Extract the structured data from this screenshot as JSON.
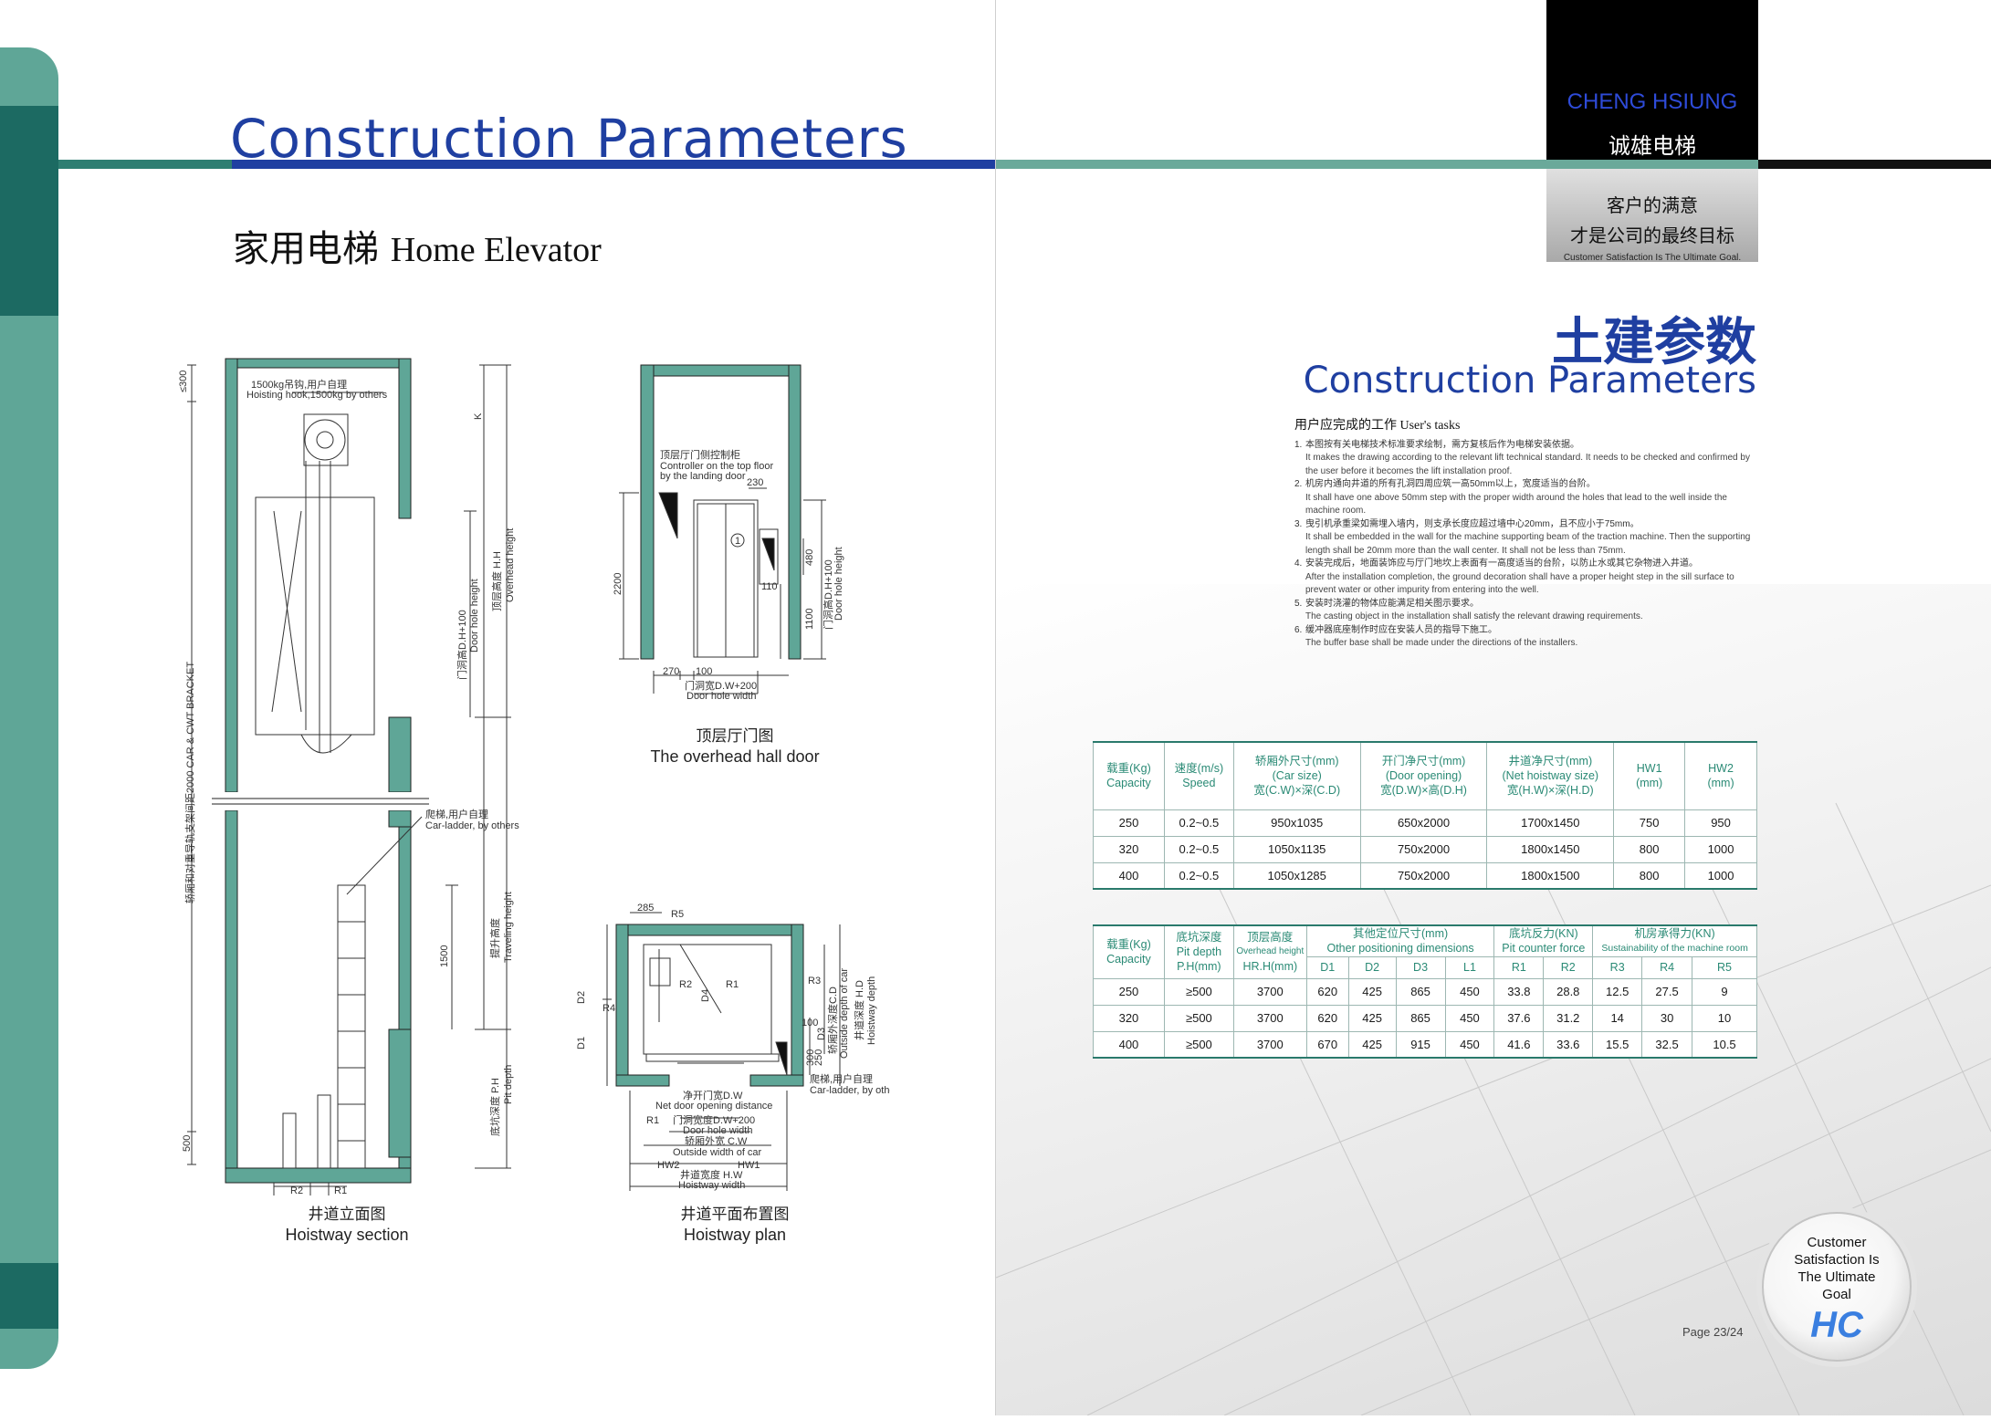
{
  "left": {
    "title": "Construction Parameters",
    "subtitle_cn": "家用电梯",
    "subtitle_en": "Home Elevator",
    "captions": {
      "overhead_door_cn": "顶层厅门图",
      "overhead_door_en": "The overhead hall door",
      "section_cn": "井道立面图",
      "section_en": "Hoistway section",
      "plan_cn": "井道平面布置图",
      "plan_en": "Hoistway plan"
    },
    "section_labels": {
      "hook_cn": "1500kg吊钩,用户自理",
      "hook_en": "Hoisting hook,1500kg by others",
      "le300": "≤300",
      "k": "K",
      "overhead_cn": "顶层高度 H.H",
      "overhead_en": "Overhead height",
      "door_hole_cn": "门洞高D.H+100",
      "door_hole_en": "Door hole height",
      "bracket": "轿厢和对重导轨支架间距2000 CAR & CWT BRACKET",
      "ladder_cn": "爬梯,用户自理",
      "ladder_en": "Car-ladder, by others",
      "travel_cn": "提升高度",
      "travel_en": "Traveling height",
      "d1500": "1500",
      "pit_cn": "底坑深度 P.H",
      "pit_en": "Pit depth",
      "d500": "500",
      "r2": "R2",
      "r1": "R1"
    },
    "door_labels": {
      "controller_cn": "顶层厅门侧控制柜",
      "controller_en1": "Controller on the top floor",
      "controller_en2": "by the landing door",
      "d230": "230",
      "d2200": "2200",
      "d480": "480",
      "d110": "110",
      "d1100": "1100",
      "circle": "1",
      "door_h_cn": "门洞高D.H+100",
      "door_h_en": "Door hole height",
      "d270": "270",
      "d100": "100",
      "door_w_cn": "门洞宽D.W+200",
      "door_w_en": "Door hole width"
    },
    "plan_labels": {
      "d285": "285",
      "r5": "R5",
      "r3": "R3",
      "r2": "R2",
      "r1": "R1",
      "r4": "R4",
      "d2": "D2",
      "d4": "D4",
      "d1": "D1",
      "d100": "100",
      "d3": "D3",
      "d300": "300",
      "d250": "250",
      "car_depth_cn": "轿厢外深度C.D",
      "car_depth_en": "Outside depth of car",
      "hoist_depth_cn": "井道深度 H.D",
      "hoist_depth_en": "Hoistway depth",
      "ladder_cn": "爬梯,用户自理",
      "ladder_en": "Car-ladder, by others",
      "net_door_cn": "净开门宽D.W",
      "net_door_en": "Net door opening distance",
      "door_hole_cn": "门洞宽度D.W+200",
      "door_hole_en": "Door hole width",
      "car_width_cn": "轿厢外宽 C.W",
      "car_width_en": "Outside width of car",
      "hw2": "HW2",
      "hw1": "HW1",
      "hoist_width_cn": "井道宽度 H.W",
      "hoist_width_en": "Hoistway width",
      "r1b": "R1"
    }
  },
  "brand": {
    "name_en": "CHENG HSIUNG",
    "name_cn": "诚雄电梯",
    "slogan_cn_1": "客户的满意",
    "slogan_cn_2": "才是公司的最终目标",
    "slogan_en": "Customer Satisfaction Is The Ultimate Goal."
  },
  "right": {
    "title_cn": "土建参数",
    "title_en": "Construction Parameters",
    "tasks_heading": "用户应完成的工作  User's tasks",
    "tasks": [
      {
        "n": "1.",
        "cn": "本图按有关电梯技术标准要求绘制，需方复核后作为电梯安装依据。",
        "en": "It makes the drawing according to the relevant lift technical standard.  It needs to be checked and confirmed by the user before it becomes the lift installation proof."
      },
      {
        "n": "2.",
        "cn": "机房内通向井道的所有孔洞四周应筑一高50mm以上，宽度适当的台阶。",
        "en": "It shall have one above 50mm step with the proper width around the holes that lead to the well inside the machine room."
      },
      {
        "n": "3.",
        "cn": "曳引机承重梁如需埋入墙内，则支承长度应超过墙中心20mm，且不应小于75mm。",
        "en": "It shall be embedded in the wall for the machine supporting beam of the traction machine.  Then the supporting length shall be 20mm more than the wall center.  It shall not be less than 75mm."
      },
      {
        "n": "4.",
        "cn": "安装完成后，地面装饰应与厅门地坎上表面有一高度适当的台阶，以防止水或其它杂物进入井道。",
        "en": "After the installation completion, the ground decoration shall have a proper height step in the sill surface to prevent water or other impurity from entering into the well."
      },
      {
        "n": "5.",
        "cn": "安装时浇灌的物体应能满足相关图示要求。",
        "en": "The casting object in the installation shall satisfy the relevant drawing requirements."
      },
      {
        "n": "6.",
        "cn": "缓冲器底座制作时应在安装人员的指导下施工。",
        "en": "The buffer base shall be made under the directions of the installers."
      }
    ],
    "table1": {
      "headers": [
        [
          "载重(Kg)",
          "Capacity"
        ],
        [
          "速度(m/s)",
          "Speed"
        ],
        [
          "轿厢外尺寸(mm)",
          "(Car size)",
          "宽(C.W)×深(C.D)"
        ],
        [
          "开门净尺寸(mm)",
          "(Door opening)",
          "宽(D.W)×高(D.H)"
        ],
        [
          "井道净尺寸(mm)",
          "(Net hoistway size)",
          "宽(H.W)×深(H.D)"
        ],
        [
          "HW1",
          "(mm)"
        ],
        [
          "HW2",
          "(mm)"
        ]
      ],
      "rows": [
        [
          "250",
          "0.2~0.5",
          "950x1035",
          "650x2000",
          "1700x1450",
          "750",
          "950"
        ],
        [
          "320",
          "0.2~0.5",
          "1050x1135",
          "750x2000",
          "1800x1450",
          "800",
          "1000"
        ],
        [
          "400",
          "0.2~0.5",
          "1050x1285",
          "750x2000",
          "1800x1500",
          "800",
          "1000"
        ]
      ]
    },
    "table2": {
      "h_capacity": [
        "载重(Kg)",
        "Capacity"
      ],
      "h_pit": [
        "底坑深度",
        "Pit depth",
        "P.H(mm)"
      ],
      "h_overhead": [
        "顶层高度",
        "Overhead height",
        "HR.H(mm)"
      ],
      "h_position": [
        "其他定位尺寸(mm)",
        "Other positioning dimensions"
      ],
      "h_counter": [
        "底坑反力(KN)",
        "Pit counter force"
      ],
      "h_machine": [
        "机房承得力(KN)",
        "Sustainability of the machine room"
      ],
      "sub": [
        "D1",
        "D2",
        "D3",
        "L1",
        "R1",
        "R2",
        "R3",
        "R4",
        "R5"
      ],
      "rows": [
        [
          "250",
          "≥500",
          "3700",
          "620",
          "425",
          "865",
          "450",
          "33.8",
          "28.8",
          "12.5",
          "27.5",
          "9"
        ],
        [
          "320",
          "≥500",
          "3700",
          "620",
          "425",
          "865",
          "450",
          "37.6",
          "31.2",
          "14",
          "30",
          "10"
        ],
        [
          "400",
          "≥500",
          "3700",
          "670",
          "425",
          "915",
          "450",
          "41.6",
          "33.6",
          "15.5",
          "32.5",
          "10.5"
        ]
      ]
    },
    "badge_text": "Customer Satisfaction Is The Ultimate Goal",
    "badge_logo": "HC",
    "page": "Page 23/24"
  }
}
